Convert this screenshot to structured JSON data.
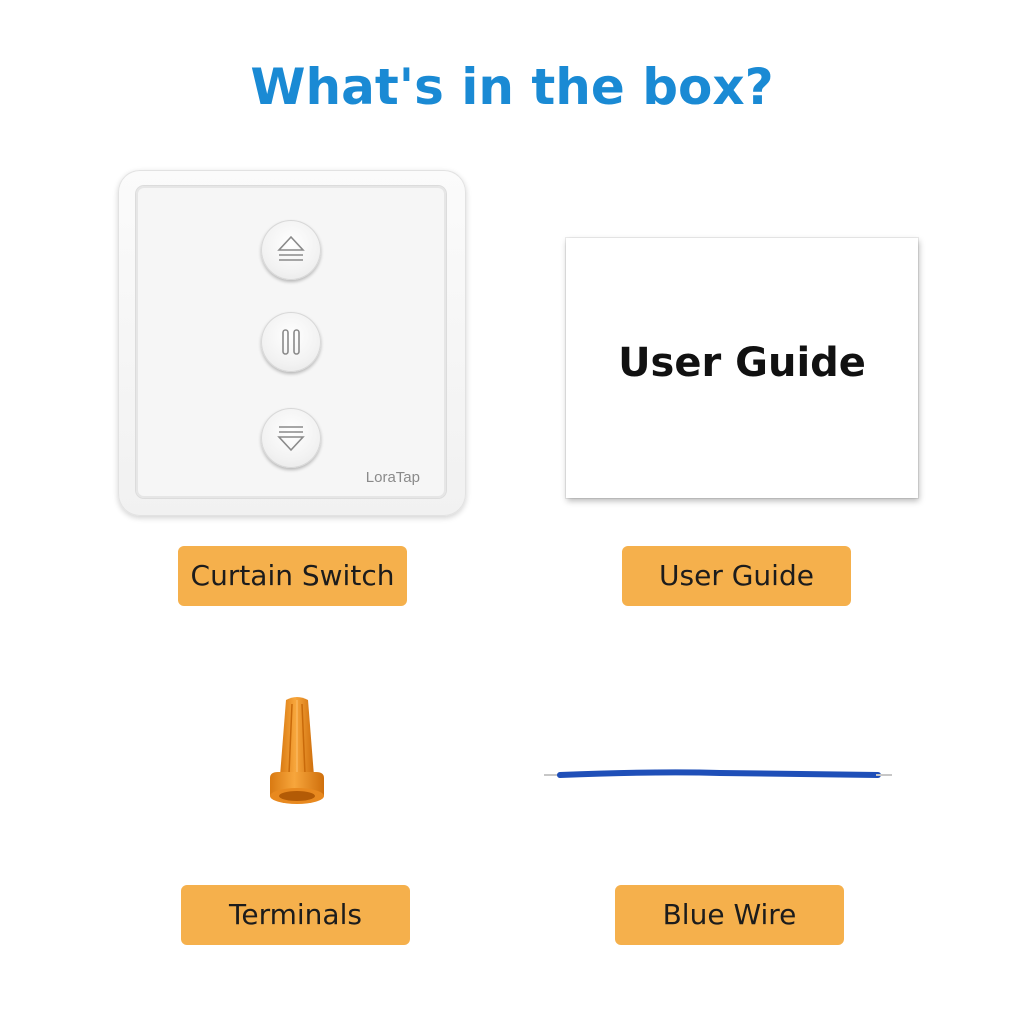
{
  "title": "What's in the box?",
  "colors": {
    "title": "#1a8ad4",
    "label_bg": "#f5b04c",
    "terminal_orange": "#f39a2c",
    "wire_blue": "#1f4fb8"
  },
  "items": [
    {
      "label": "Curtain Switch",
      "icon": "curtain-switch"
    },
    {
      "label": "User Guide",
      "icon": "user-guide-booklet"
    },
    {
      "label": "Terminals",
      "icon": "wire-nut-terminal"
    },
    {
      "label": "Blue Wire",
      "icon": "blue-wire"
    }
  ],
  "switch": {
    "brand": "LoraTap",
    "buttons": [
      "up-arrow-icon",
      "pause-icon",
      "down-arrow-icon"
    ]
  },
  "guide_card": {
    "text": "User Guide"
  }
}
